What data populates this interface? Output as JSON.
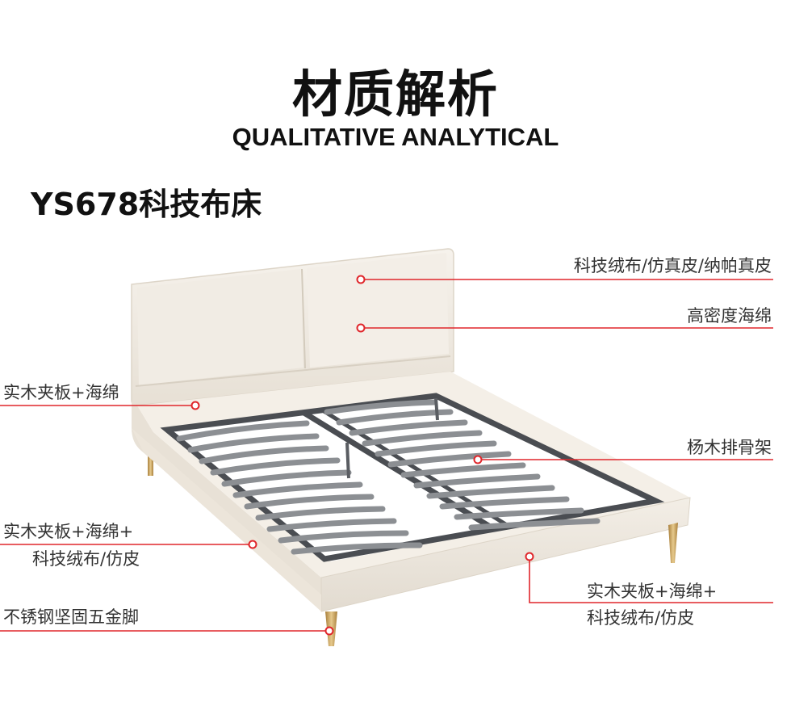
{
  "header": {
    "title_cn": "材质解析",
    "title_en": "QUALITATIVE ANALYTICAL"
  },
  "product": {
    "name": "YS678科技布床"
  },
  "callouts": {
    "headboard_fabric": "科技绒布/仿真皮/纳帕真皮",
    "headboard_foam": "高密度海绵",
    "headboard_board": "实木夹板+海绵",
    "slats": "杨木排骨架",
    "side_frame_line1": "实木夹板+海绵+",
    "side_frame_line2": "科技绒布/仿皮",
    "front_frame_line1": "实木夹板+海绵+",
    "front_frame_line2": "科技绒布/仿皮",
    "legs": "不锈钢坚固五金脚"
  },
  "colors": {
    "callout_line": "#e0262b",
    "upholstery": "#efe9e0",
    "slat": "#8c8f93",
    "frame_metal": "#4a4d52",
    "leg_gold": "#c9a25a"
  }
}
